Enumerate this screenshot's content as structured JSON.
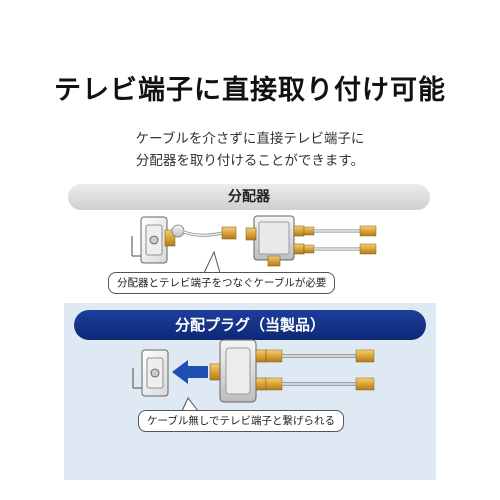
{
  "title": "テレビ端子に直接取り付け可能",
  "description": {
    "line1": "ケーブルを介さずに直接テレビ端子に",
    "line2": "分配器を取り付けることができます。"
  },
  "section_top": {
    "label": "分配器",
    "callout": "分配器とテレビ端子をつなぐケーブルが必要"
  },
  "section_bottom": {
    "label": "分配プラグ（当製品）",
    "callout": "ケーブル無しでテレビ端子と繋げられる"
  },
  "colors": {
    "blue_bar": "#14318a",
    "panel_bg": "#dfe9f4",
    "arrow": "#1f4fb5",
    "brass": "#d9a23a"
  }
}
